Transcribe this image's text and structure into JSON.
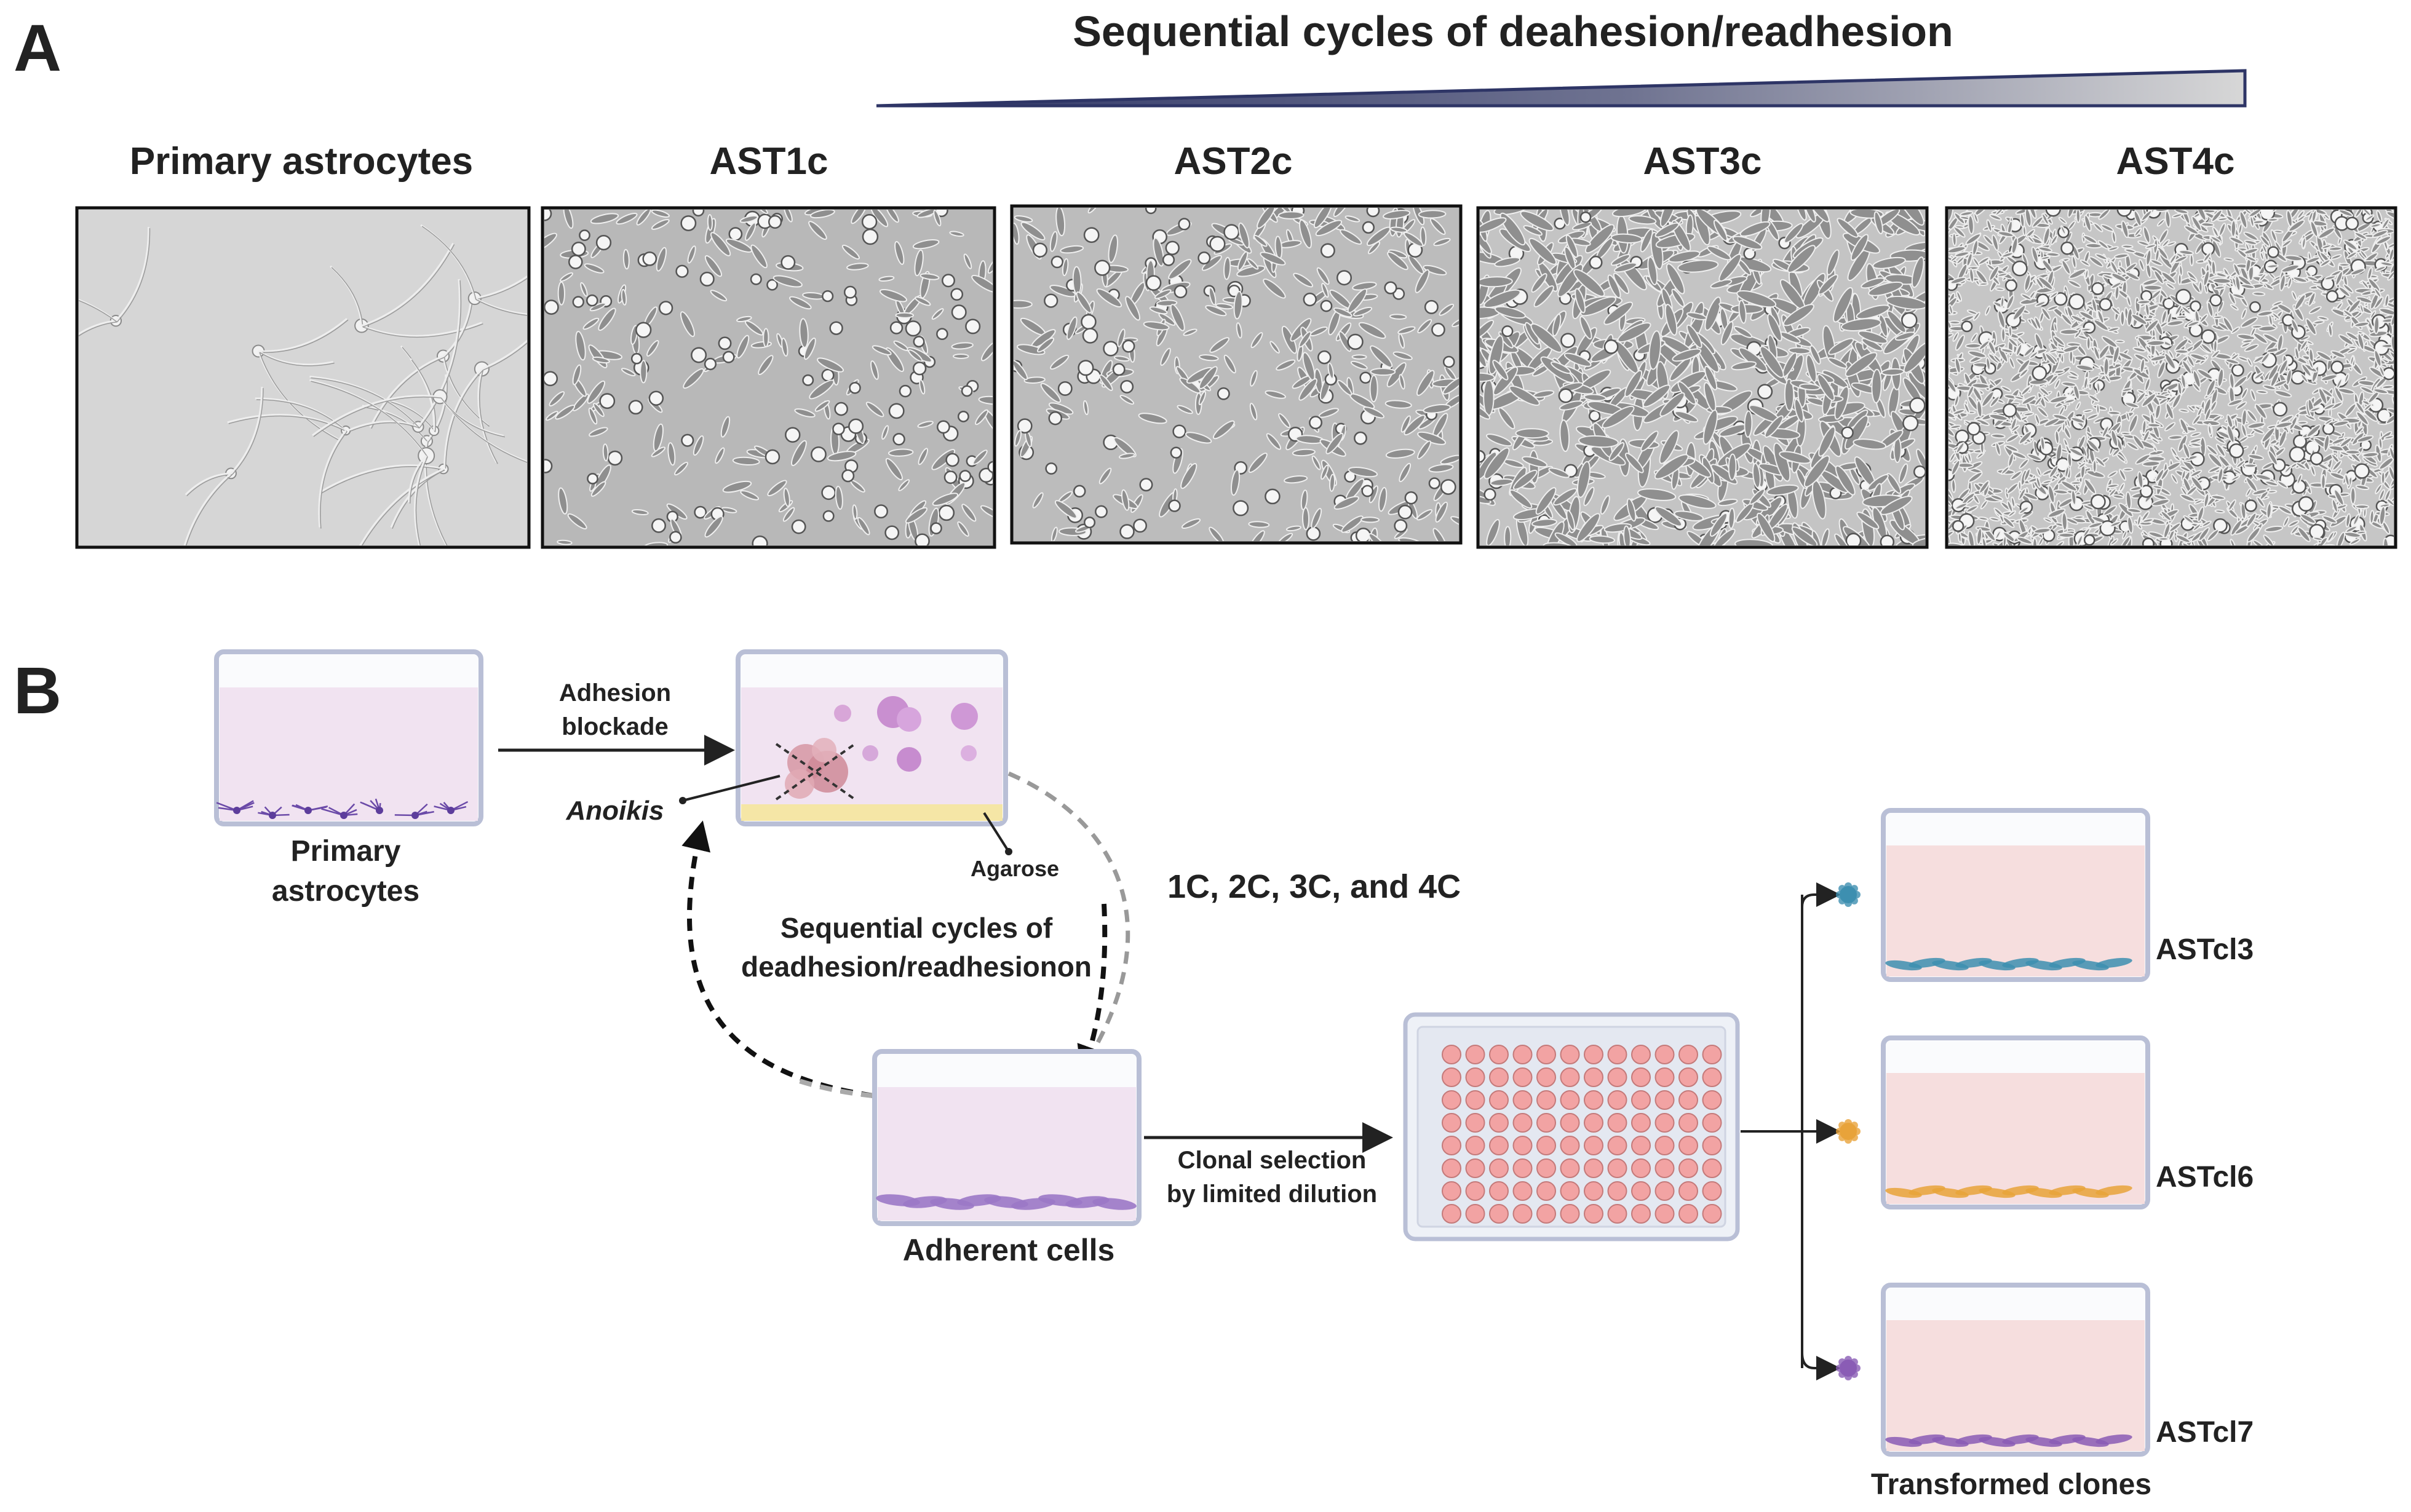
{
  "panel_a": {
    "letter": "A",
    "gradient_title": "Sequential cycles of deahesion/readhesion",
    "panels": [
      {
        "label": "Primary astrocytes",
        "morphology": "sparse-stellate"
      },
      {
        "label": "AST1c",
        "morphology": "clustered-round"
      },
      {
        "label": "AST2c",
        "morphology": "clustered-elongated"
      },
      {
        "label": "AST3c",
        "morphology": "dense-spindle"
      },
      {
        "label": "AST4c",
        "morphology": "confluent"
      }
    ]
  },
  "panel_b": {
    "letter": "B",
    "primary_label_line1": "Primary",
    "primary_label_line2": "astrocytes",
    "adhesion_line1": "Adhesion",
    "adhesion_line2": "blockade",
    "anoikis": "Anoikis",
    "agarose": "Agarose",
    "cycles_line1": "Sequential cycles of",
    "cycles_line2": "deadhesion/readhesionon",
    "cycle_counts": "1C, 2C, 3C, and 4C",
    "adherent": "Adherent cells",
    "clonal_line1": "Clonal selection",
    "clonal_line2": "by limited dilution",
    "plate": {
      "rows": 8,
      "cols": 12,
      "well_color": "#f2a3a3"
    },
    "clones": [
      {
        "name": "ASTcl3",
        "color": "#3d8fb0"
      },
      {
        "name": "ASTcl6",
        "color": "#e8a33a"
      },
      {
        "name": "ASTcl7",
        "color": "#8a5cb5"
      }
    ],
    "transformed": "Transformed clones"
  },
  "colors": {
    "medium_purple": "#f1e3f1",
    "medium_pink": "#f6dede",
    "dish_border": "#b9bfd6",
    "agarose": "#f5e6a6"
  }
}
